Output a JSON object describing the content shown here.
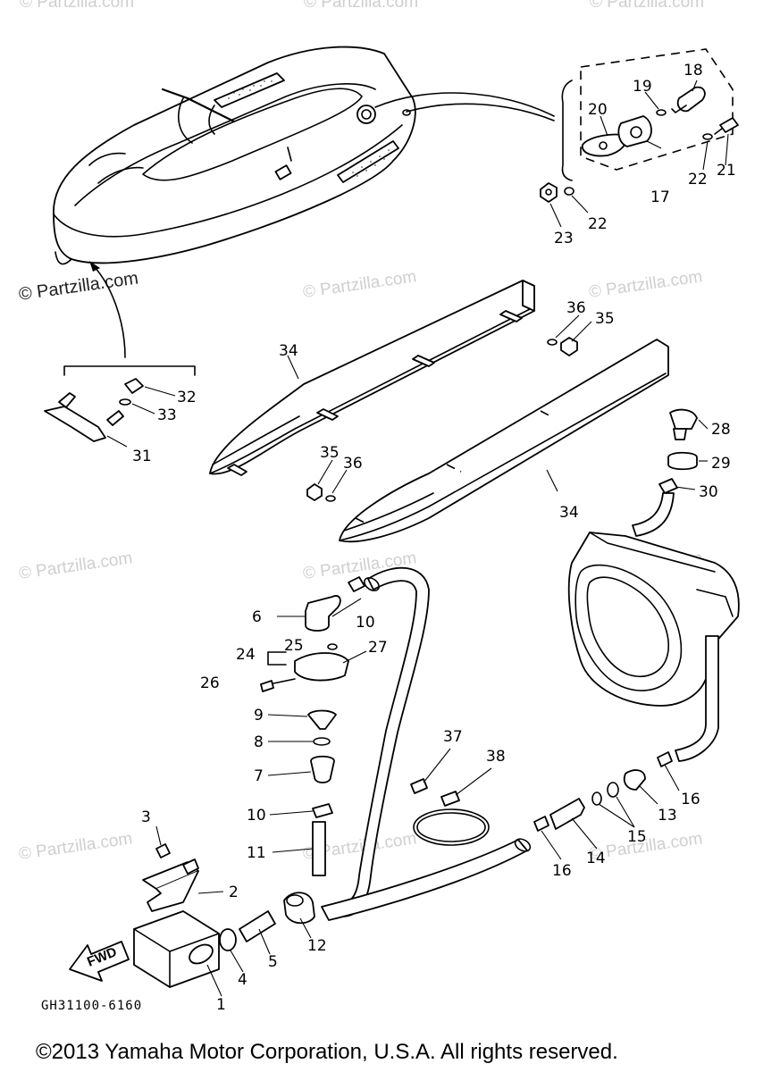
{
  "diagram": {
    "drawing_code": "GH31100-6160",
    "copyright": "©2013  Yamaha Motor Corporation, U.S.A. All rights reserved.",
    "fwd_label": "FWD",
    "watermark": "© Partzilla.com",
    "callouts": {
      "c1": "1",
      "c2": "2",
      "c3": "3",
      "c4": "4",
      "c5": "5",
      "c6": "6",
      "c7": "7",
      "c8": "8",
      "c9": "9",
      "c10a": "10",
      "c10b": "10",
      "c11": "11",
      "c12": "12",
      "c13": "13",
      "c14": "14",
      "c15": "15",
      "c16a": "16",
      "c16b": "16",
      "c17": "17",
      "c18": "18",
      "c19": "19",
      "c20": "20",
      "c21": "21",
      "c22a": "22",
      "c22b": "22",
      "c23": "23",
      "c24": "24",
      "c25": "25",
      "c26": "26",
      "c27": "27",
      "c28": "28",
      "c29": "29",
      "c30": "30",
      "c31": "31",
      "c32": "32",
      "c33": "33",
      "c34a": "34",
      "c34b": "34",
      "c35a": "35",
      "c35b": "35",
      "c36a": "36",
      "c36b": "36",
      "c37": "37",
      "c38": "38"
    }
  }
}
